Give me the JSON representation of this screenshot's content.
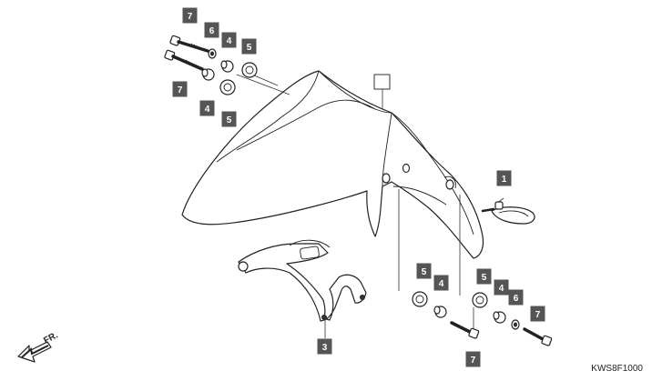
{
  "diagram": {
    "drawing_code": "KWS8F1000",
    "front_indicator": "FR.",
    "main_callout": "",
    "callouts": [
      {
        "id": "c7a",
        "label": "7"
      },
      {
        "id": "c6a",
        "label": "6"
      },
      {
        "id": "c4a",
        "label": "4"
      },
      {
        "id": "c5a",
        "label": "5"
      },
      {
        "id": "c7b",
        "label": "7"
      },
      {
        "id": "c4b",
        "label": "4"
      },
      {
        "id": "c5b",
        "label": "5"
      },
      {
        "id": "c1",
        "label": "1"
      },
      {
        "id": "c3",
        "label": "3"
      },
      {
        "id": "c5c",
        "label": "5"
      },
      {
        "id": "c4c",
        "label": "4"
      },
      {
        "id": "c7c",
        "label": "7"
      },
      {
        "id": "c5d",
        "label": "5"
      },
      {
        "id": "c4d",
        "label": "4"
      },
      {
        "id": "c6b",
        "label": "6"
      },
      {
        "id": "c7d",
        "label": "7"
      }
    ]
  }
}
